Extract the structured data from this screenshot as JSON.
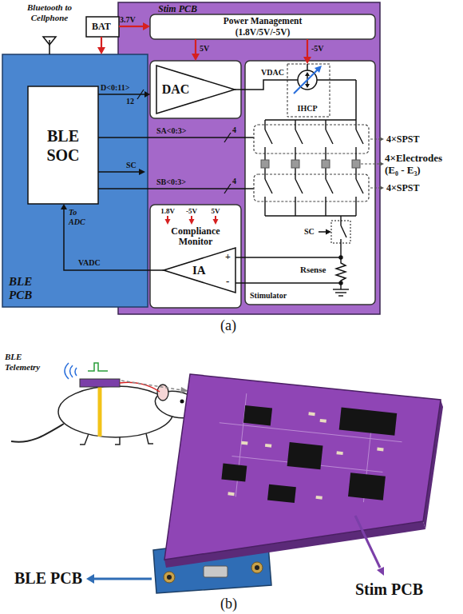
{
  "diagram": {
    "nodes": [
      {
        "text": [
          "Stim PCB"
        ]
      },
      {
        "text": [
          "BAT"
        ]
      },
      {
        "text": [
          "BLE PCB"
        ]
      },
      {
        "text": [
          "BLE SOC"
        ],
        "in": 2
      },
      {
        "text": [
          "Power Management (1.8V/5V/-5V)"
        ],
        "in": 0
      },
      {
        "text": [
          "DAC"
        ],
        "in": 0
      },
      {
        "text": [
          "Stimulator"
        ],
        "in": 0
      },
      {
        "text": [
          "IHCP"
        ],
        "in": 6
      },
      {
        "text": [
          "Compliance Monitor"
        ],
        "in": 0
      },
      {
        "text": [
          "IA"
        ],
        "in": 8
      }
    ],
    "edges": [
      {
        "from": 1,
        "to": 2,
        "arrow": "to"
      },
      {
        "from": 1,
        "to": 4,
        "label": "3.7V",
        "arrow": "to"
      },
      {
        "from": 4,
        "to": 5,
        "label": "5V",
        "arrow": "to"
      },
      {
        "from": 4,
        "to": 7,
        "label": "-5V",
        "arrow": "to"
      },
      {
        "from": 3,
        "to": 5,
        "label": "D<0:11>",
        "arrow": "to"
      },
      {
        "from": 5,
        "to": 7,
        "label": "VDAC",
        "arrow": "none"
      },
      {
        "from": 3,
        "to": 6,
        "label": "SA<0:3>",
        "arrow": "none"
      },
      {
        "from": 3,
        "to": 6,
        "label": "SB<0:3>",
        "arrow": "none"
      },
      {
        "from": 9,
        "to": 3,
        "label": "VADC",
        "arrow": "to"
      }
    ],
    "labels": [
      "Bluetooth to Cellphone",
      "12",
      "4",
      "SC",
      "4",
      "1.8V",
      "-5V",
      "5V",
      "To ADC",
      "+",
      "-",
      "SC",
      "Rsense",
      "4×SPST",
      "4×Electrodes (E₀ - E₃)",
      "4×SPST",
      "(a)",
      "BLE Telemetry",
      "BLE PCB",
      "Stim PCB",
      "(b)"
    ]
  }
}
